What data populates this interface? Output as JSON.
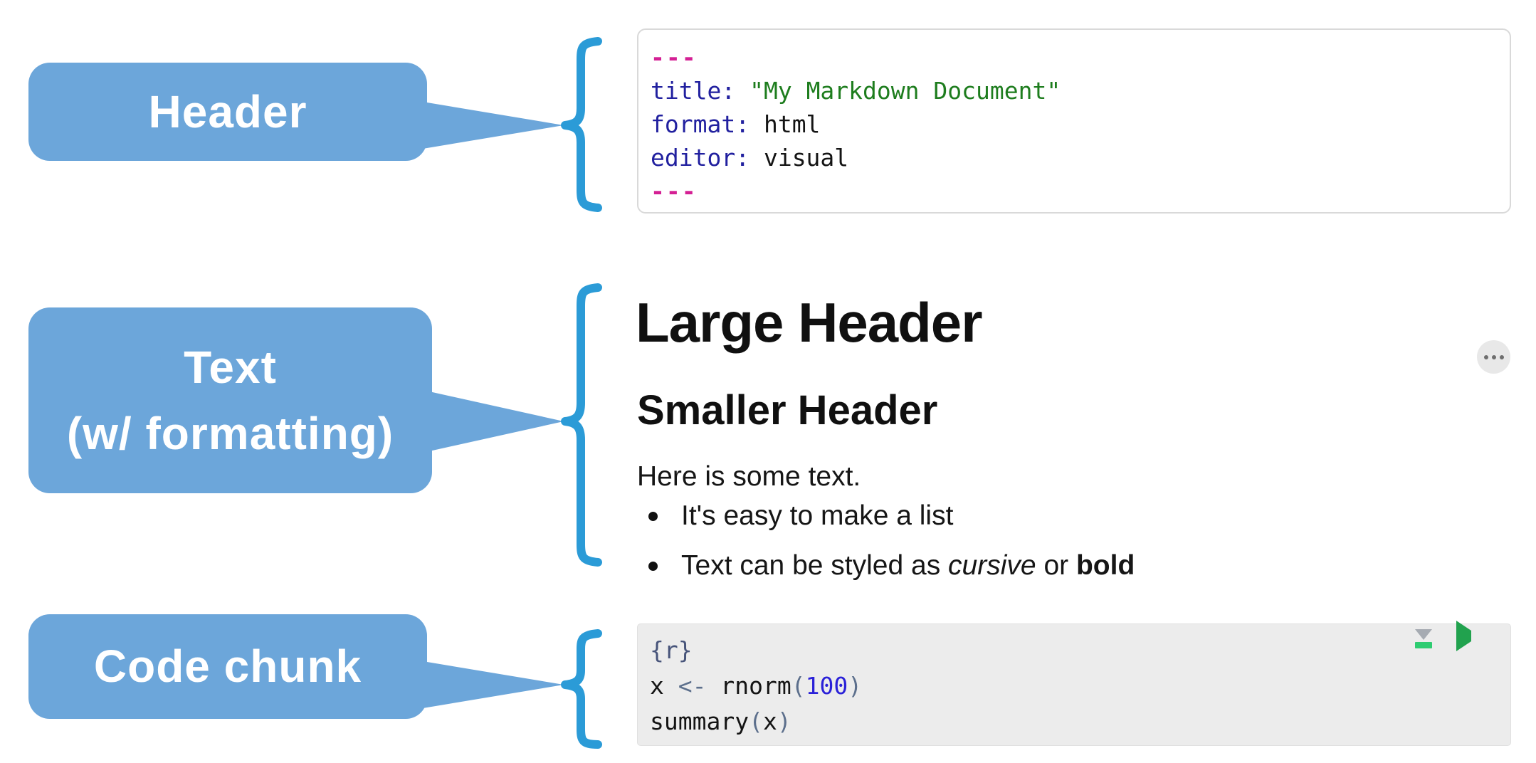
{
  "callouts": {
    "header": {
      "label": "Header"
    },
    "text": {
      "line1": "Text",
      "line2": "(w/ formatting)"
    },
    "code": {
      "label": "Code chunk"
    }
  },
  "editor": {
    "yaml": {
      "delimiter_top": "---",
      "delimiter_bottom": "---",
      "entries": [
        {
          "key": "title:",
          "value": "\"My Markdown Document\""
        },
        {
          "key": "format:",
          "value": "html"
        },
        {
          "key": "editor:",
          "value": "visual"
        }
      ]
    },
    "body": {
      "h1": "Large Header",
      "h2": "Smaller Header",
      "paragraph": "Here is some text.",
      "bullets": {
        "item1": "It's easy to make a list",
        "item2_prefix": "Text can be styled as",
        "item2_italic": "cursive",
        "item2_middle": "or",
        "item2_bold": "bold"
      },
      "more_options_icon": "ellipsis-icon"
    },
    "chunk": {
      "header": "{r}",
      "line2": {
        "lhs": "x",
        "assign": "<-",
        "fn": "rnorm",
        "paren_open": "(",
        "arg": "100",
        "paren_close": ")"
      },
      "line3": {
        "fn": "summary",
        "paren_open": "(",
        "arg": "x",
        "paren_close": ")"
      },
      "run_all_above_icon": "run-all-chunks-above-icon",
      "run_icon": "play-icon"
    }
  },
  "colors": {
    "bubble_fill": "#6CA6DA",
    "brace_stroke": "#2B9BD7",
    "yaml_delimiter": "#D42094",
    "yaml_key": "#21209F",
    "yaml_string": "#1E7D1E",
    "code_text": "#141414",
    "chunk_header_token": "#47547A",
    "operator_token": "#5C6F8C",
    "number_token": "#2A21D8",
    "play_green": "#21A24E",
    "bar_green": "#2ECC71",
    "triangle_gray": "#A6ABB2",
    "chunk_background": "#ECECEC"
  }
}
